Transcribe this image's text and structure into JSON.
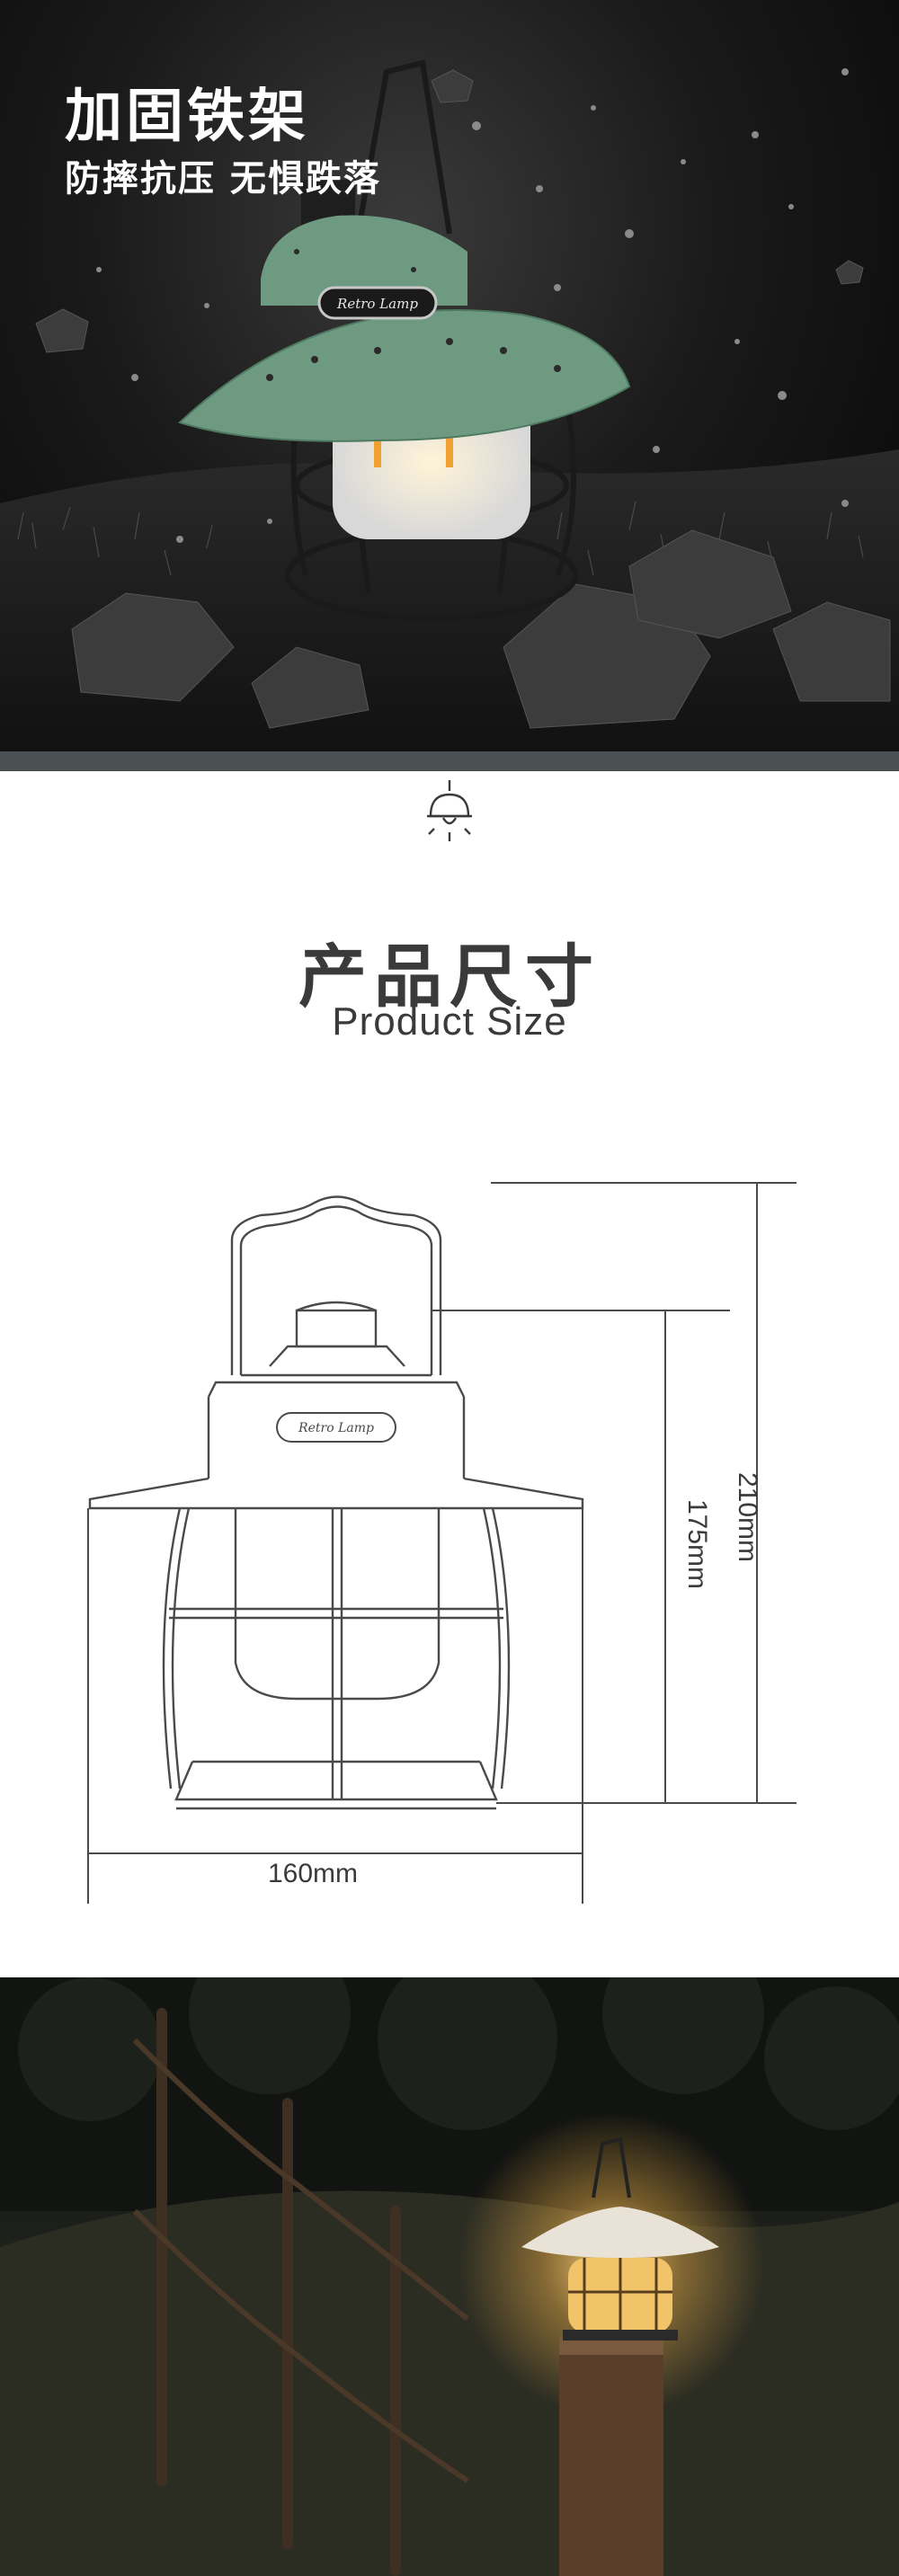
{
  "hero": {
    "title": "加固铁架",
    "subtitle": "防摔抗压 无惧跌落",
    "lamp_badge_text": "Retro Lamp",
    "lamp_color": "#6f9a82"
  },
  "size_section": {
    "title": "产品尺寸",
    "subtitle": "Product Size",
    "icon": "hanging-lamp-icon",
    "lamp_badge_text": "Retro Lamp",
    "dimensions": {
      "width": "160mm",
      "total_height": "210mm",
      "body_height": "175mm"
    }
  },
  "night_scene": {
    "glow_color": "#f0b24a"
  }
}
